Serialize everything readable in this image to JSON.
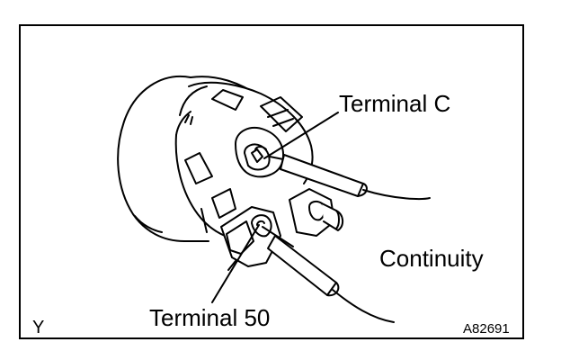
{
  "labels": {
    "terminal_c": "Terminal C",
    "continuity": "Continuity",
    "terminal_50": "Terminal 50",
    "view_letter": "Y",
    "figure_code": "A82691"
  },
  "colors": {
    "line": "#000000",
    "background": "#ffffff"
  }
}
